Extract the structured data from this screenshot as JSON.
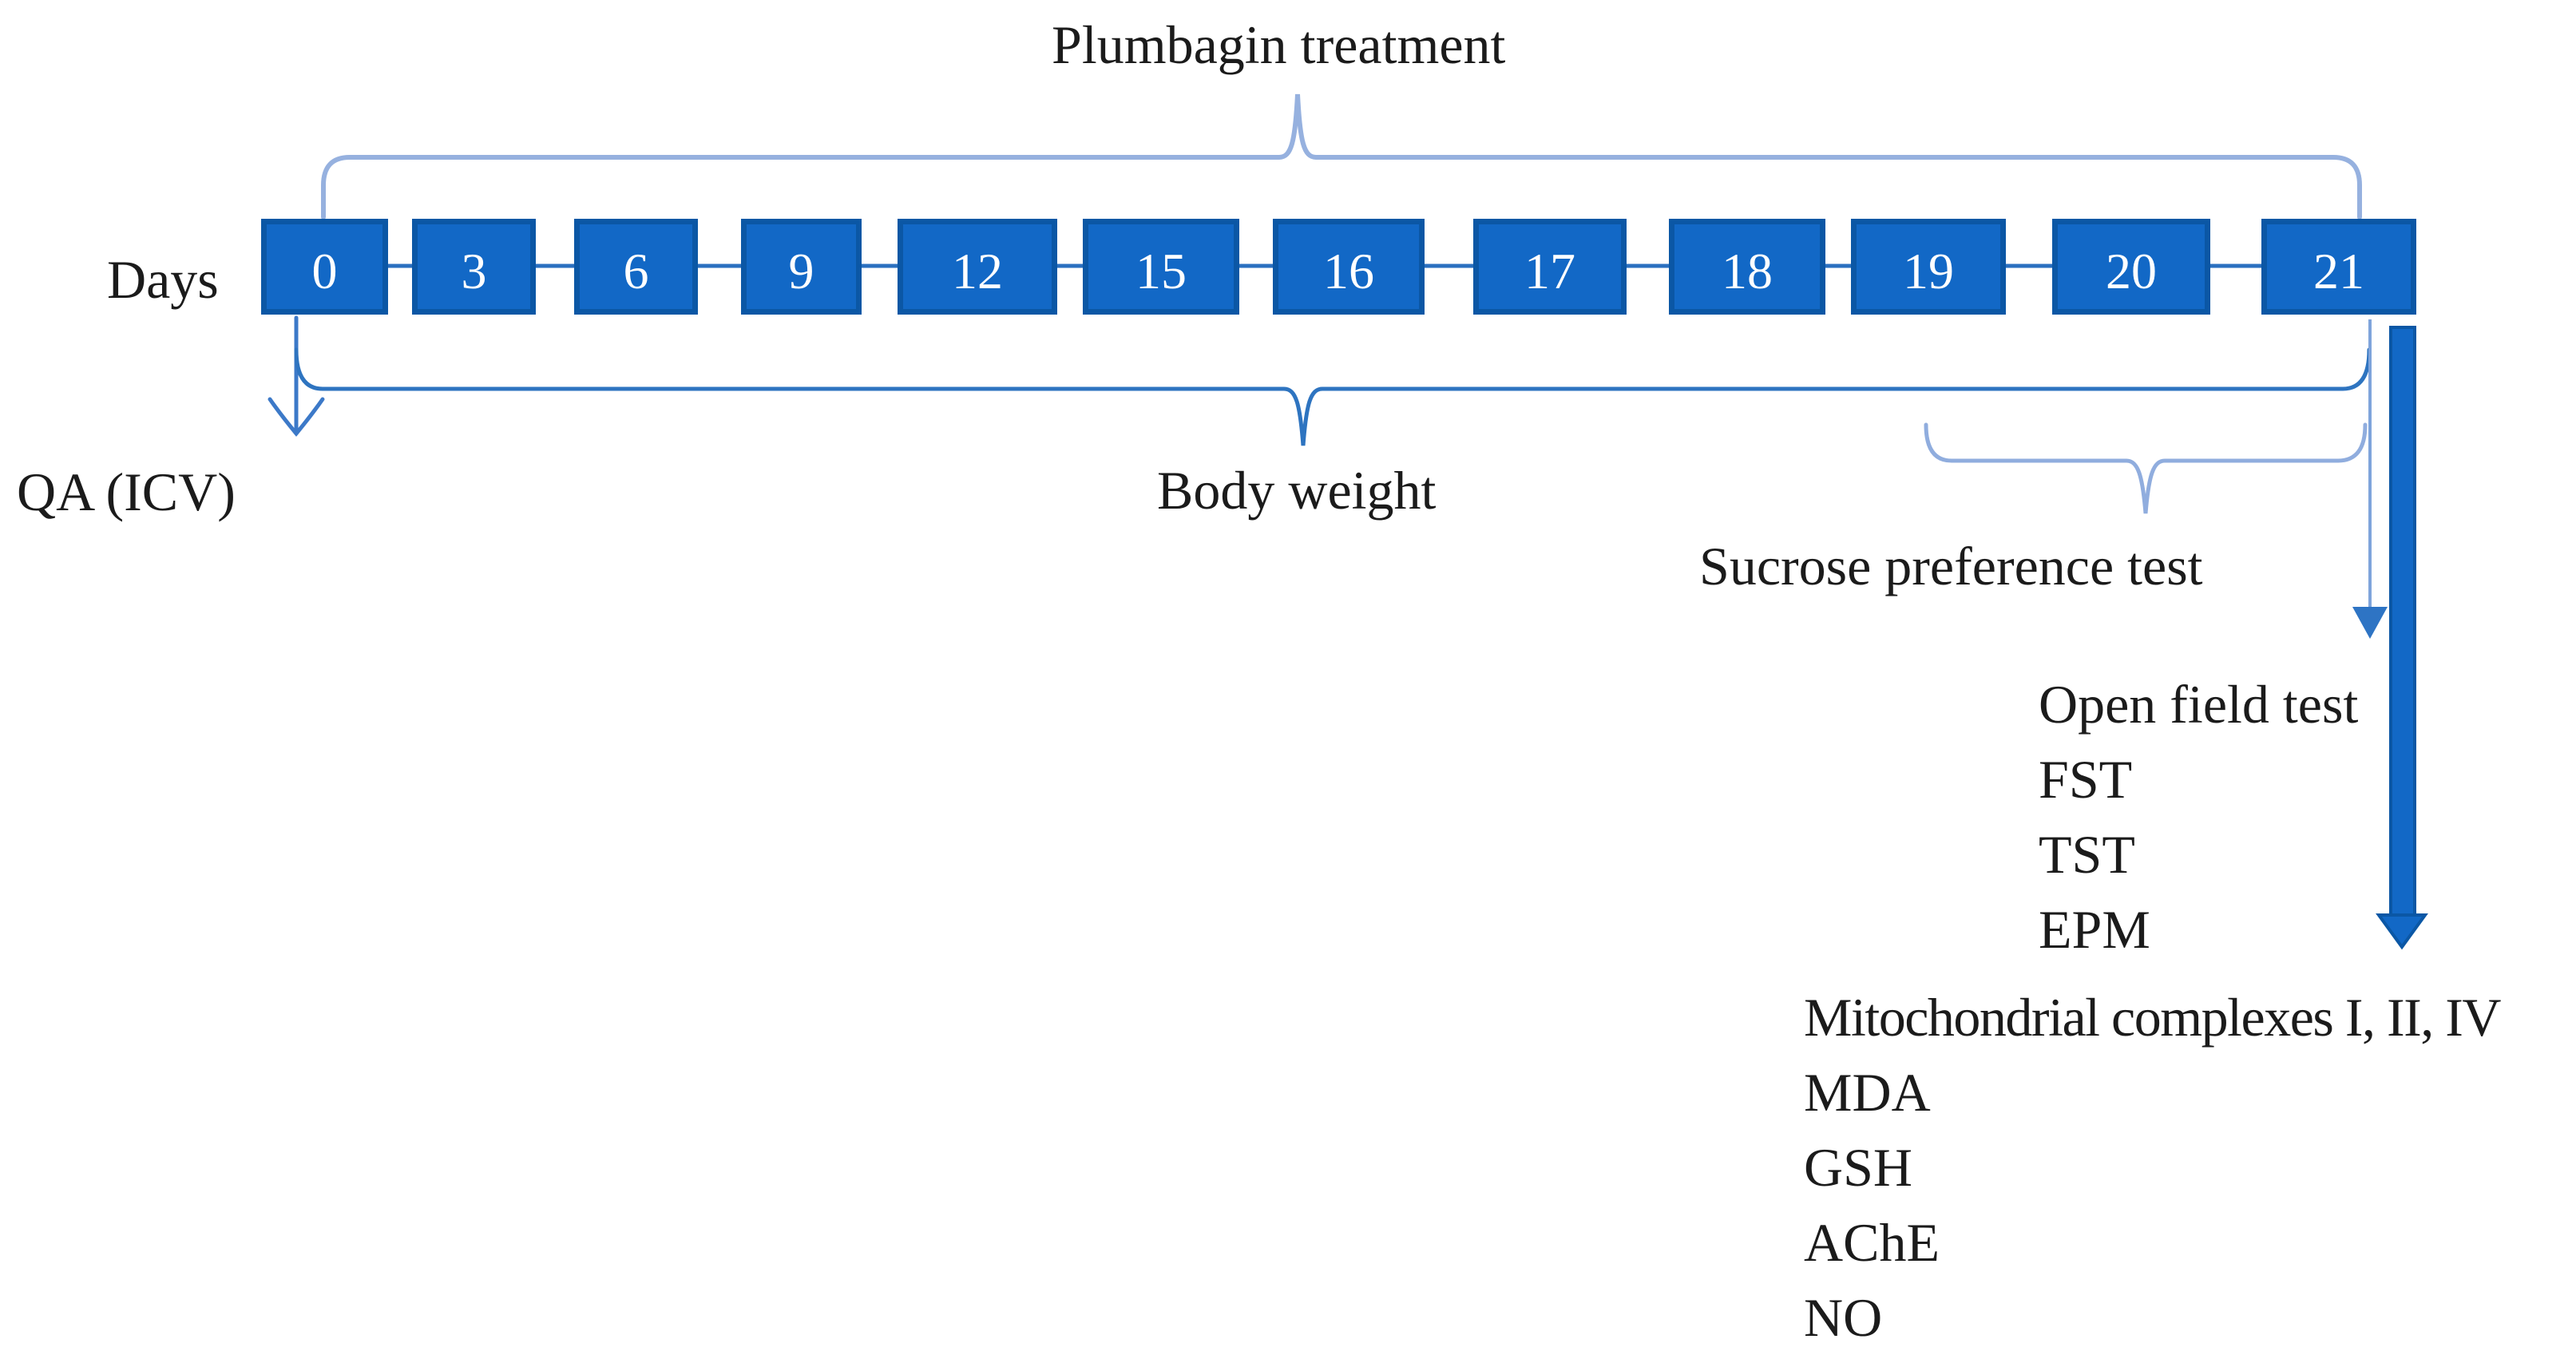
{
  "diagram": {
    "title": "Plumbagin treatment",
    "axis_label": "Days",
    "days": [
      "0",
      "3",
      "6",
      "9",
      "12",
      "15",
      "16",
      "17",
      "18",
      "19",
      "20",
      "21"
    ],
    "annotations": {
      "injection": "QA (ICV)",
      "body_weight": "Body weight",
      "sucrose": "Sucrose preference test"
    },
    "day21_tests": [
      "Open field test",
      "FST",
      "TST",
      "EPM"
    ],
    "terminal_assays": [
      "Mitochondrial complexes I, II, IV",
      "MDA",
      "GSH",
      "AChE",
      "NO"
    ],
    "icons": [
      "curly-brace-top-icon",
      "curly-brace-body-weight-icon",
      "curly-brace-sucrose-icon",
      "down-arrow-qa-icon",
      "down-arrow-day21-icon",
      "thick-down-arrow-icon"
    ],
    "colors": {
      "box_fill": "#1268C6",
      "box_border": "#0B57A5",
      "connector_line": "#2B70C0",
      "brace_light": "#96B1DF",
      "brace_strong": "#2E74C0",
      "arrow_light": "#7FA4DB",
      "arrow_medium": "#3C79C8",
      "text": "#1B1B1B"
    }
  }
}
